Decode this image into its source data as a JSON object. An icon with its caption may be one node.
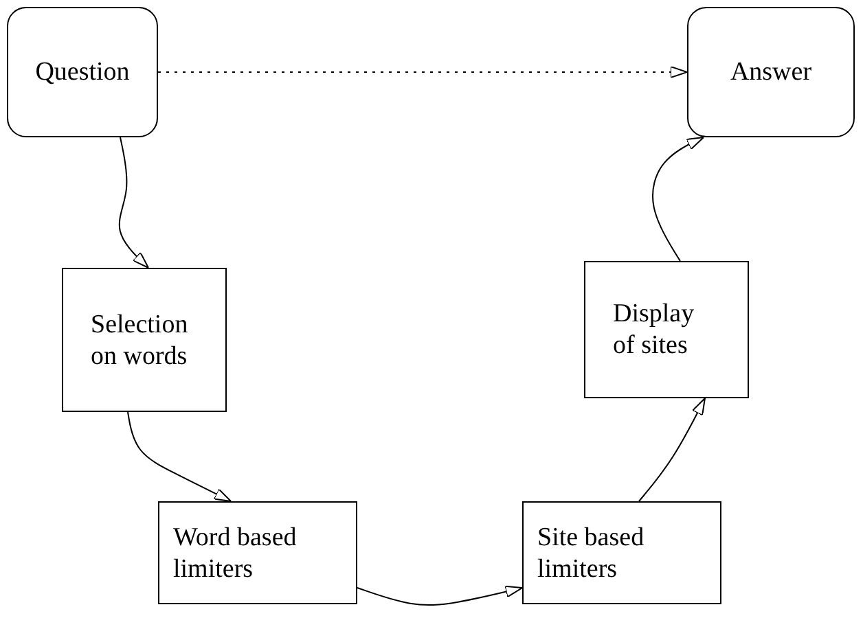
{
  "diagram": {
    "nodes": [
      {
        "text": [
          "Question"
        ]
      },
      {
        "text": [
          "Answer"
        ]
      },
      {
        "text": [
          "Selection on words"
        ]
      },
      {
        "text": [
          "Display of sites"
        ]
      },
      {
        "text": [
          "Word based limiters"
        ]
      },
      {
        "text": [
          "Site based limiters"
        ]
      }
    ],
    "edges": [
      {
        "from": 0,
        "to": 1,
        "arrow": "to",
        "style": "dashed"
      },
      {
        "from": 0,
        "to": 2,
        "arrow": "to"
      },
      {
        "from": 2,
        "to": 4,
        "arrow": "to"
      },
      {
        "from": 4,
        "to": 5,
        "arrow": "to"
      },
      {
        "from": 5,
        "to": 3,
        "arrow": "to"
      },
      {
        "from": 3,
        "to": 1,
        "arrow": "to"
      }
    ]
  }
}
